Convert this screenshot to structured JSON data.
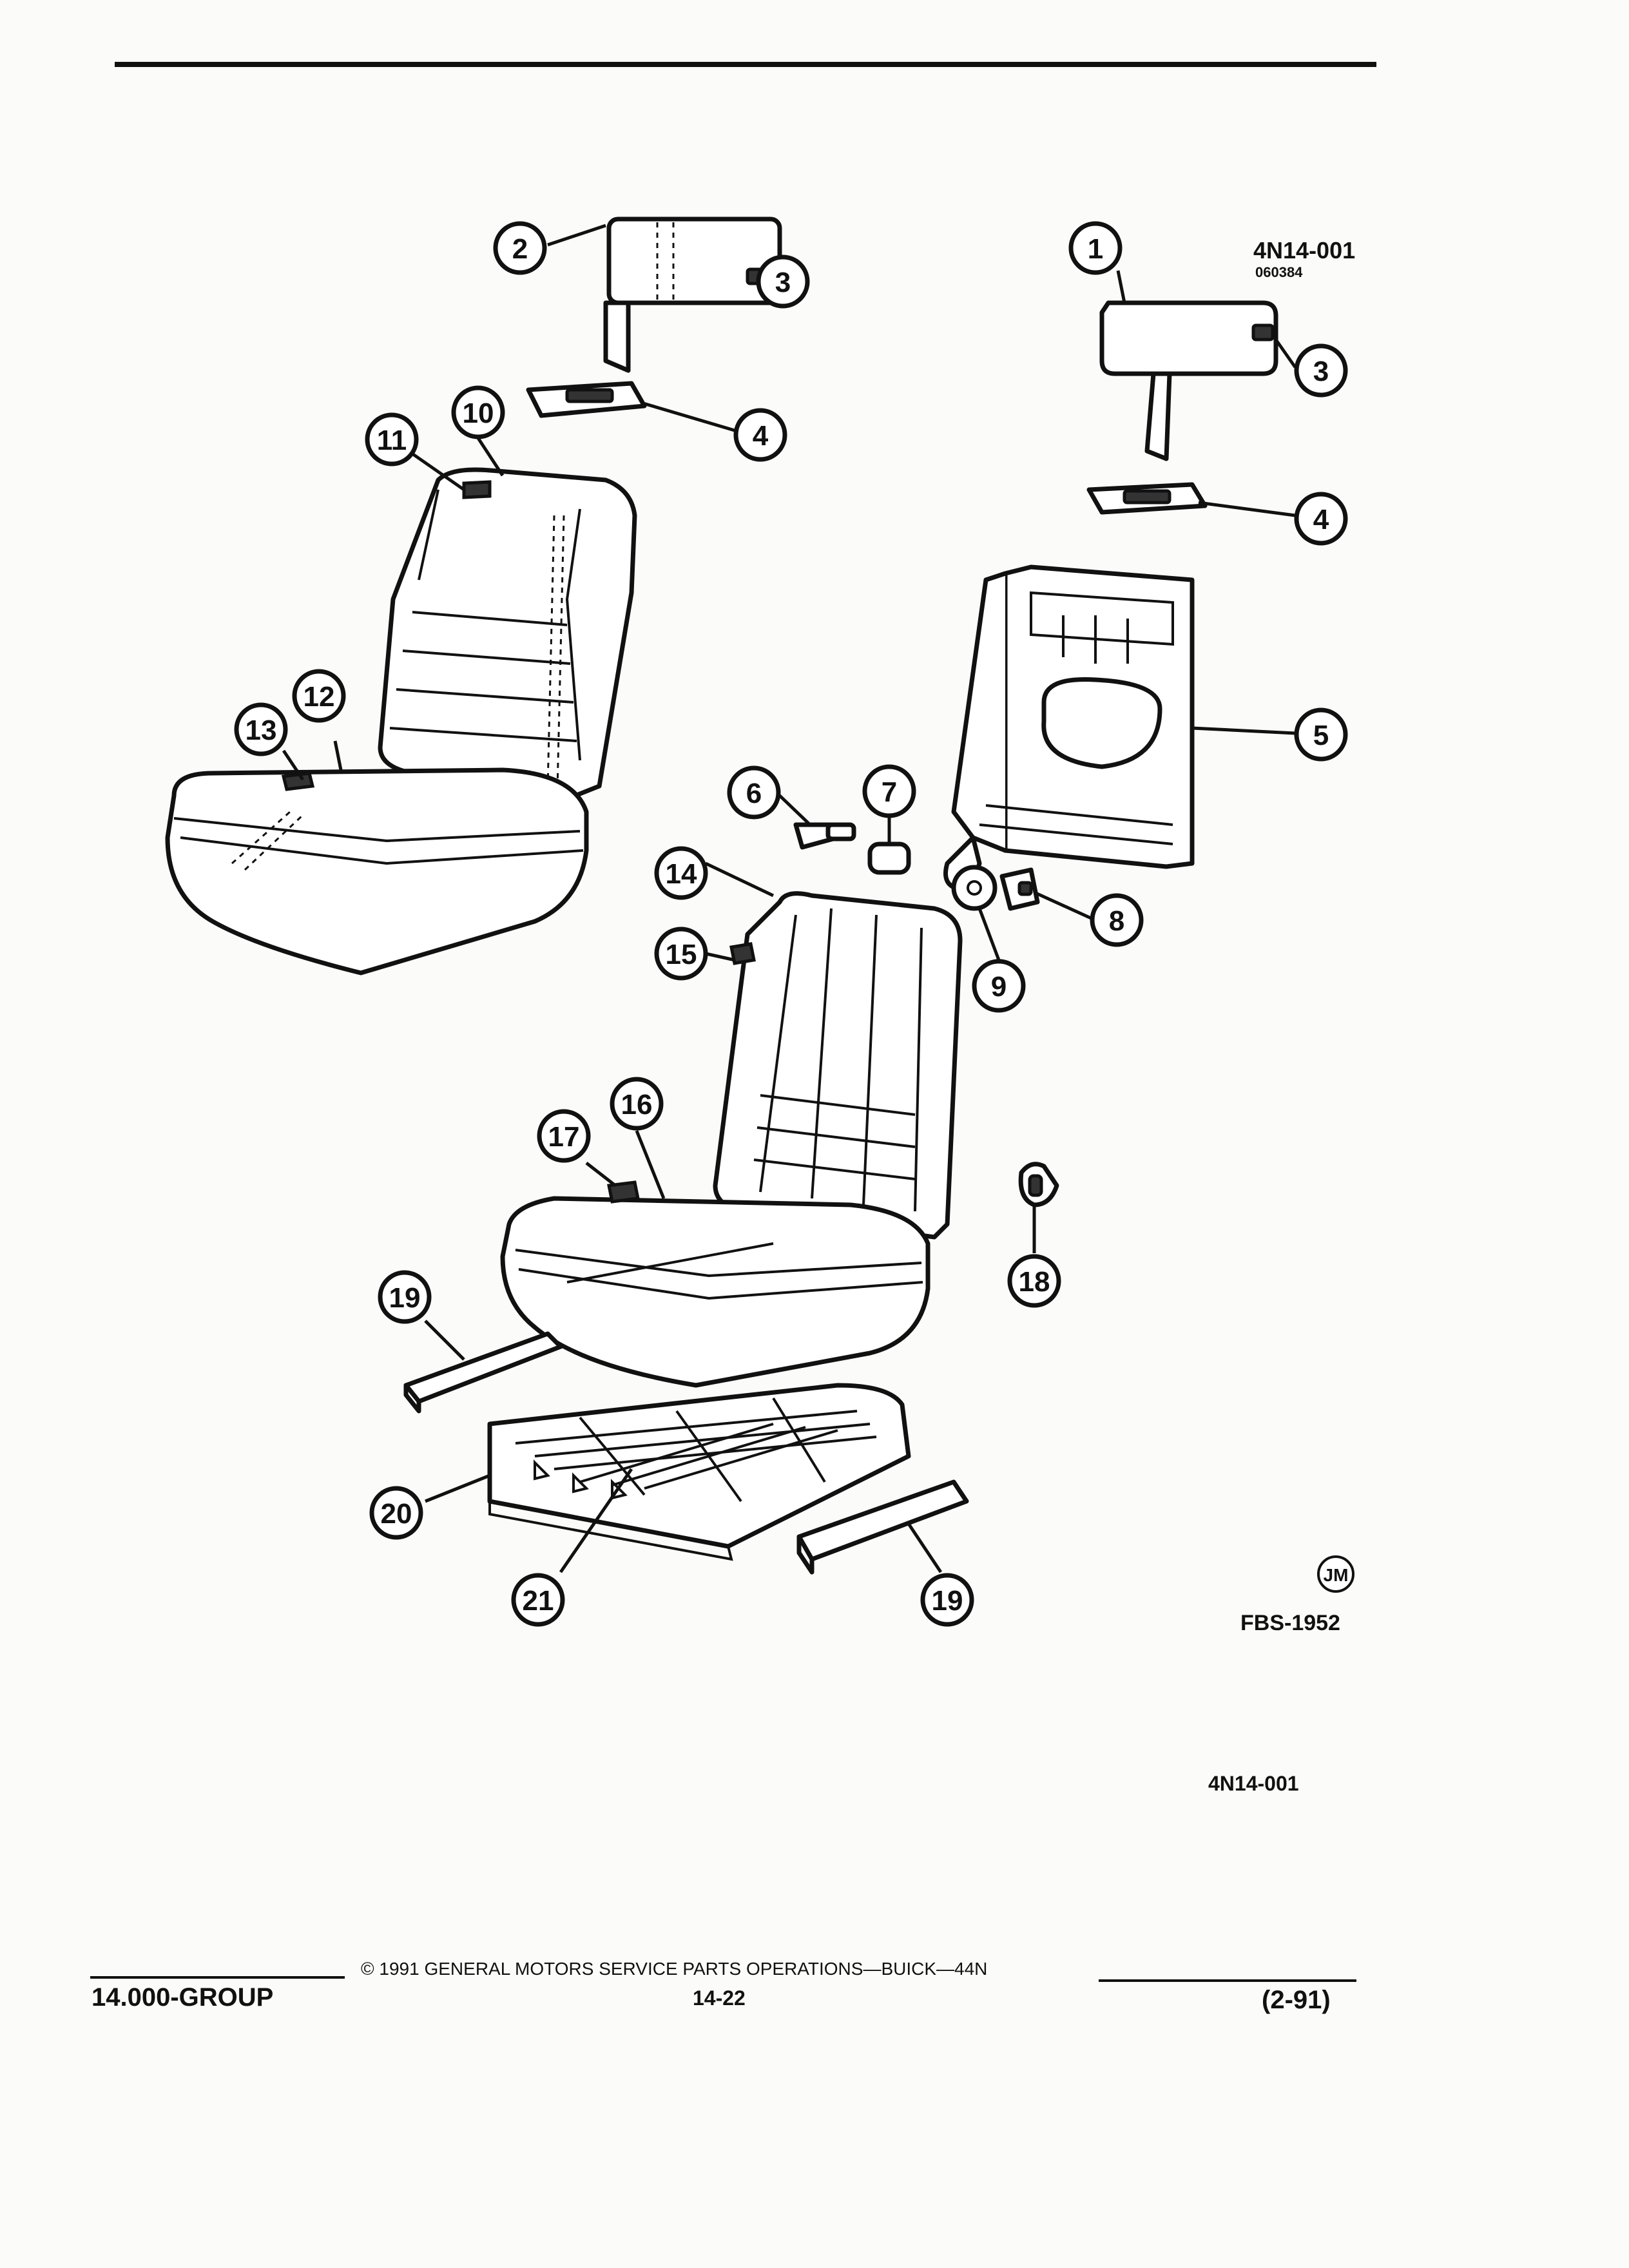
{
  "header": {
    "illustration_id": "4N14-001",
    "illustration_date": "060384"
  },
  "callouts": [
    "1",
    "2",
    "3",
    "3",
    "4",
    "4",
    "5",
    "6",
    "7",
    "8",
    "9",
    "10",
    "11",
    "12",
    "13",
    "14",
    "15",
    "16",
    "17",
    "18",
    "19",
    "19",
    "20",
    "21"
  ],
  "artist_mark": "JM",
  "figure_number": "FBS-1952",
  "figure_caption": "4N14-001",
  "footer": {
    "group": "14.000-GROUP",
    "copyright": "© 1991 GENERAL MOTORS SERVICE PARTS OPERATIONS—BUICK—44N",
    "page_number": "14-22",
    "revision": "(2-91)"
  }
}
